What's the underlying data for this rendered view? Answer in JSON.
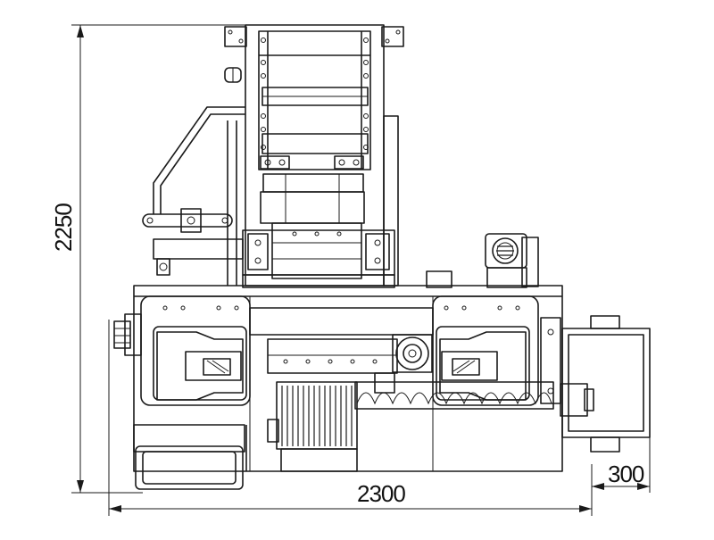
{
  "dimensions": {
    "height": "2250",
    "width": "2300",
    "side_offset": "300"
  }
}
